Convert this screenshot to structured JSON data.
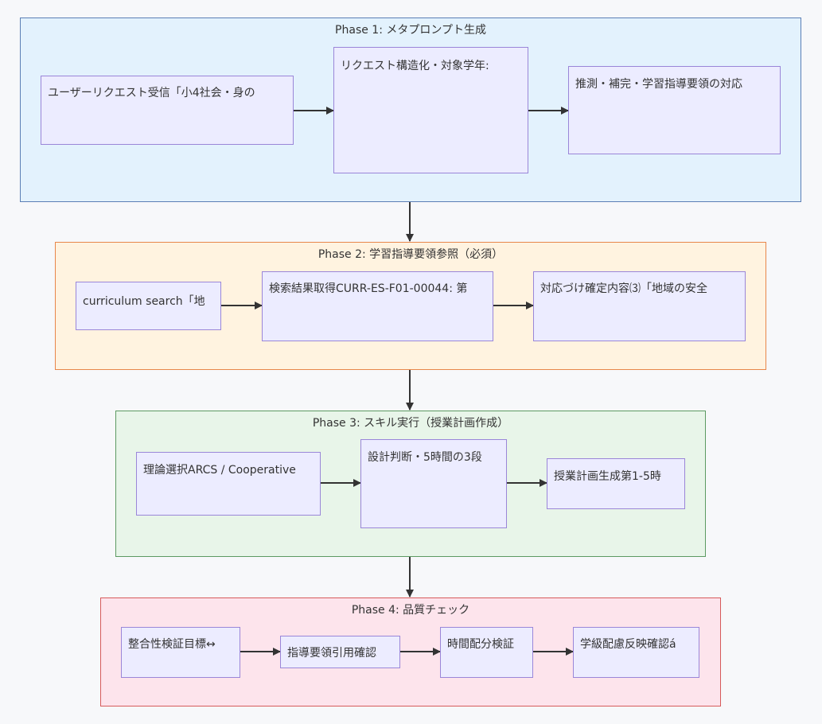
{
  "phases": [
    {
      "title": "Phase 1: メタプロンプト生成",
      "nodes": [
        "ユーザーリクエスト受信「小4社会・身の",
        "リクエスト構造化・対象学年:",
        "推測・補完・学習指導要領の対応"
      ]
    },
    {
      "title": "Phase 2: 学習指導要領参照（必須）",
      "nodes": [
        "curriculum search「地",
        "検索結果取得CURR-ES-F01-00044: 第",
        "対応づけ確定内容⑶「地域の安全"
      ]
    },
    {
      "title": "Phase 3: スキル実行（授業計画作成）",
      "nodes": [
        "理論選択ARCS / Cooperative",
        "設計判断・5時間の3段",
        "授業計画生成第1-5時"
      ]
    },
    {
      "title": "Phase 4: 品質チェック",
      "nodes": [
        "整合性検証目標↔",
        "指導要領引用確認",
        "時間配分検証",
        "学級配慮反映確認á"
      ]
    }
  ]
}
